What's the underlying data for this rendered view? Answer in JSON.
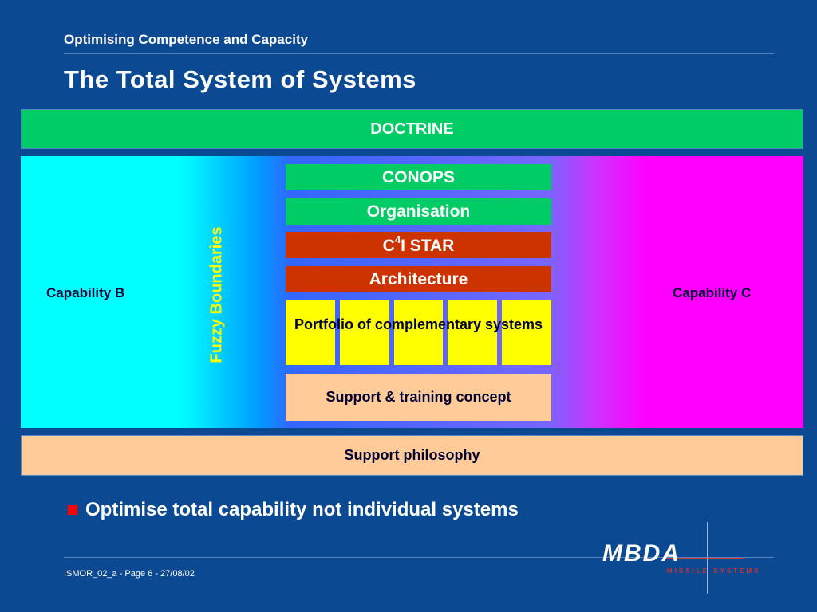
{
  "header": {
    "subtitle": "Optimising Competence and Capacity",
    "title": "The Total System of Systems"
  },
  "diagram": {
    "doctrine": "DOCTRINE",
    "capability_b": "Capability B",
    "capability_c": "Capability C",
    "fuzzy_boundaries": "Fuzzy Boundaries",
    "conops": "CONOPS",
    "organisation": "Organisation",
    "c4istar": {
      "prefix": "C",
      "superscript": "4",
      "suffix": "I STAR"
    },
    "architecture": "Architecture",
    "portfolio": "Portfolio of complementary systems",
    "support_training": "Support & training concept",
    "support_philosophy": "Support philosophy"
  },
  "bullet": {
    "text": "Optimise total capability not individual systems"
  },
  "footer": {
    "text": "ISMOR_02_a - Page 6 - 27/08/02"
  },
  "logo": {
    "name": "MBDA",
    "tagline": "MISSILE SYSTEMS"
  },
  "colors": {
    "background": "#0b4a93",
    "green": "#00cc66",
    "red": "#cc3300",
    "yellow": "#ffff00",
    "peach": "#ffcc99",
    "cyan": "#00ffff",
    "magenta": "#ff00ff"
  }
}
